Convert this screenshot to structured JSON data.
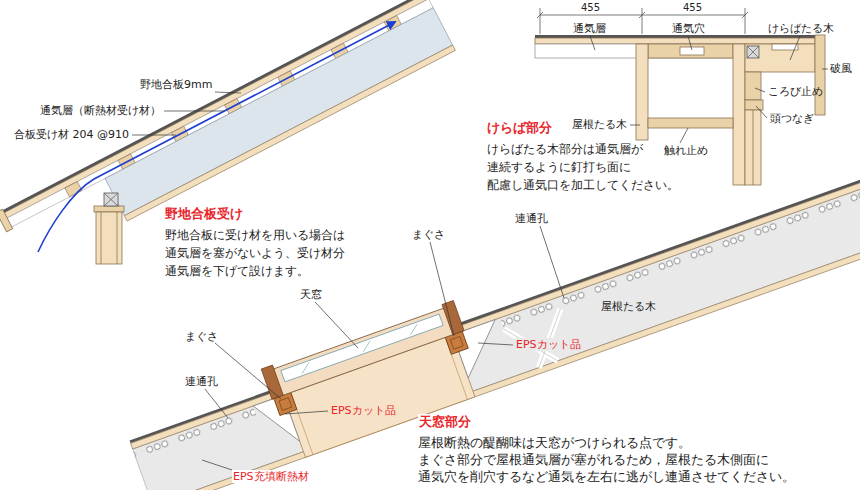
{
  "diagram": {
    "labels": [
      "野地合板9mm",
      "通気層（断熱材受け材）",
      "合板受け材 204 @910",
      "野地合板受け",
      "野地合板に受け材を用いる場合は 通気層を塞がないよう、受け材分 通気層を下げて設けます。",
      "455",
      "455",
      "通気層",
      "通気穴",
      "けらばたる木",
      "破風",
      "ころび止め",
      "屋根たる木",
      "頭つなぎ",
      "触れ止め",
      "けらば部分",
      "けらばたる木部分は通気層が 連続するように釘打ち面に 配慮し通気口を加工してください。",
      "連通孔",
      "まぐさ",
      "天窓",
      "EPSカット品",
      "まぐさ",
      "連通孔",
      "屋根たる木",
      "EPSカット品",
      "EPS充填断熱材",
      "天窓部分",
      "屋根断熱の醍醐味は天窓がつけられる点です。 まぐさ部分で屋根通気層が塞がれるため，屋根たる木側面に 通気穴を削穴するなど通気を左右に逃がし連通させてください。"
    ]
  }
}
